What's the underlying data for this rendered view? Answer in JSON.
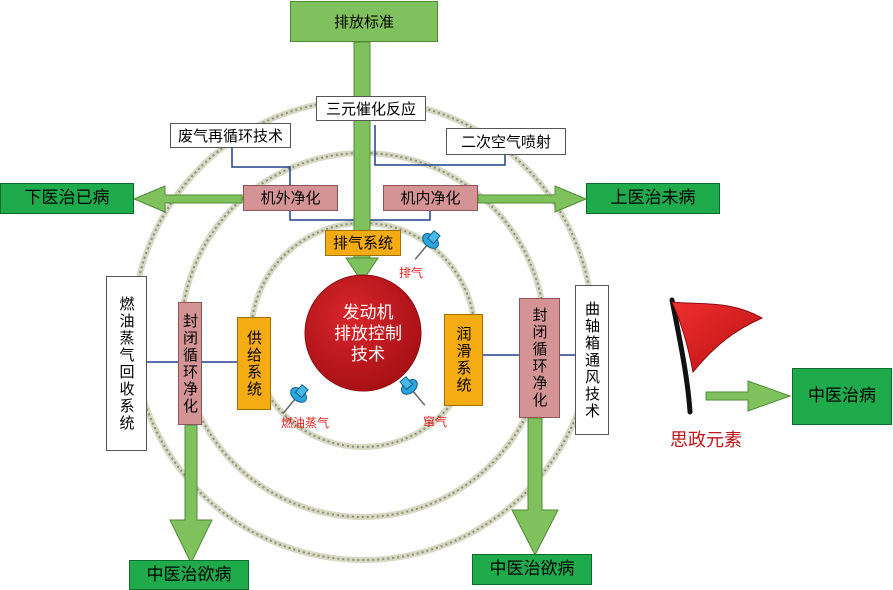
{
  "top_box": "排放标准",
  "catalyst": "三元催化反应",
  "egr": "废气再循环技术",
  "secondary_air": "二次空气喷射",
  "external_purify": "机外净化",
  "internal_purify": "机内净化",
  "lower_treat": "下医治已病",
  "upper_treat": "上医治未病",
  "exhaust_system": "排气系统",
  "exhaust_label": "排气",
  "center_lines": [
    "发动机",
    "排放控制",
    "技术"
  ],
  "fuel_vapor_recovery": "燃油蒸气回收系统",
  "closed_loop_left": "封闭循环净化",
  "supply_system": "供给系统",
  "fuel_vapor_label": "燃油蒸气",
  "lube_system": "润滑系统",
  "blowby_label": "窜气",
  "closed_loop_right": "封闭循环净化",
  "crankcase_vent": "曲轴箱通风技术",
  "mid_treat_left": "中医治欲病",
  "mid_treat_right": "中医治欲病",
  "mid_treat_flag": "中医治病",
  "ideology": "思政元素",
  "colors": {
    "green": "#1faa4b",
    "arrow_green": "#7fc15c",
    "pink": "#d49496",
    "orange": "#f5ac12",
    "center_red": "#c0161b",
    "pin_blue": "#2aa6df",
    "flag_red": "#dd1a1a"
  }
}
